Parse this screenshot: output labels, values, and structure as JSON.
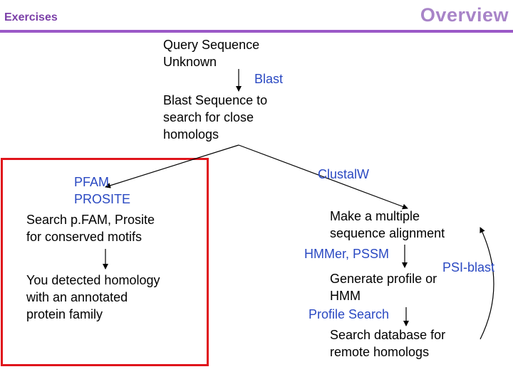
{
  "header": {
    "section_label": "Exercises",
    "title": "Overview",
    "bar_color": "#9b59c7"
  },
  "nodes": {
    "query": [
      "Query Sequence",
      "Unknown"
    ],
    "blast_search": [
      "Blast Sequence to",
      "search for close",
      "homologs"
    ],
    "pfam_tools": [
      "PFAM",
      "PROSITE"
    ],
    "pfam_search": [
      "Search p.FAM, Prosite",
      "for conserved motifs"
    ],
    "detected": [
      "You detected homology",
      "with an annotated",
      "protein family"
    ],
    "msa": [
      "Make a multiple",
      "sequence alignment"
    ],
    "profile": [
      "Generate profile or",
      "HMM"
    ],
    "search_db": [
      "Search database for",
      "remote homologs"
    ]
  },
  "edge_labels": {
    "blast": "Blast",
    "clustalw": "ClustalW",
    "hmmer_pssm": "HMMer, PSSM",
    "psi_blast": "PSI-blast",
    "profile_search": "Profile Search"
  },
  "colors": {
    "text": "#000000",
    "tool_label": "#2a49c2",
    "highlight_box": "#e0141b",
    "title": "#a884c8"
  }
}
